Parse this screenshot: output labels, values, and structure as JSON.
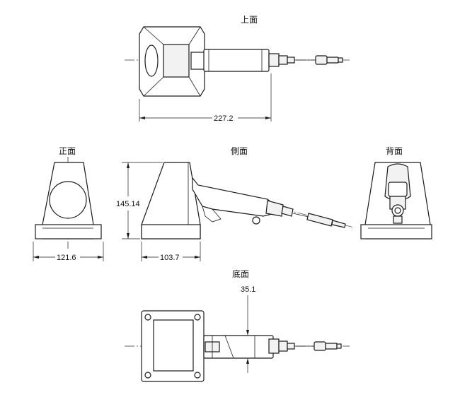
{
  "views": {
    "top": "上面",
    "front": "正面",
    "side": "側面",
    "back": "背面",
    "bottom": "底面"
  },
  "dimensions": {
    "length": "227.2",
    "height": "145.14",
    "width": "121.6",
    "depth": "103.7",
    "cable_offset": "35.1"
  }
}
